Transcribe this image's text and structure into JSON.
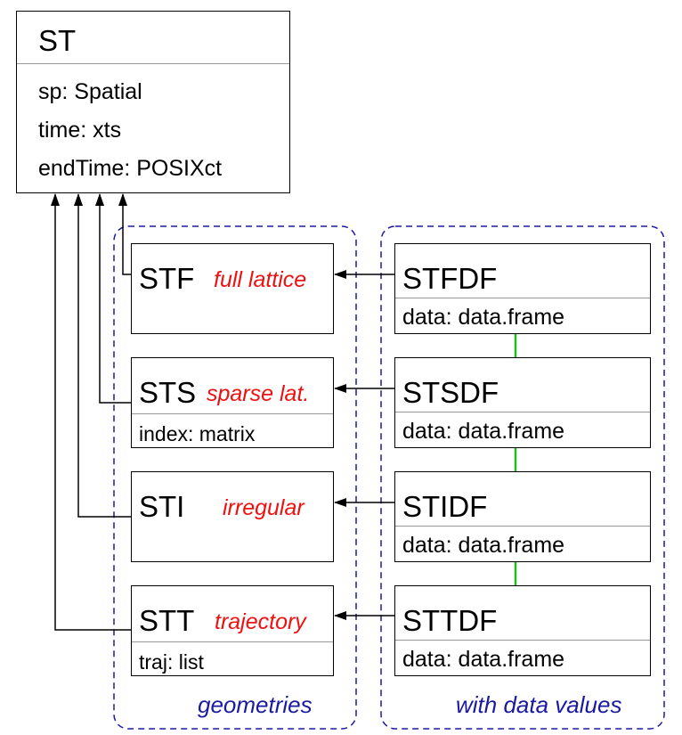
{
  "st": {
    "name": "ST",
    "attrs": [
      "sp: Spatial",
      "time: xts",
      "endTime: POSIXct"
    ]
  },
  "geometries": {
    "label": "geometries",
    "classes": [
      {
        "name": "STF",
        "note": "full lattice",
        "attr": ""
      },
      {
        "name": "STS",
        "note": "sparse lat.",
        "attr": "index: matrix"
      },
      {
        "name": "STI",
        "note": "irregular",
        "attr": ""
      },
      {
        "name": "STT",
        "note": "trajectory",
        "attr": "traj: list"
      }
    ]
  },
  "data_values": {
    "label": "with data values",
    "classes": [
      {
        "name": "STFDF",
        "attr": "data: data.frame"
      },
      {
        "name": "STSDF",
        "attr": "data: data.frame"
      },
      {
        "name": "STIDF",
        "attr": "data: data.frame"
      },
      {
        "name": "STTDF",
        "attr": "data: data.frame"
      }
    ]
  },
  "colors": {
    "group_border": "#1a1aa0",
    "note": "#ee1111",
    "link": "#22bb22",
    "line": "#000000"
  }
}
